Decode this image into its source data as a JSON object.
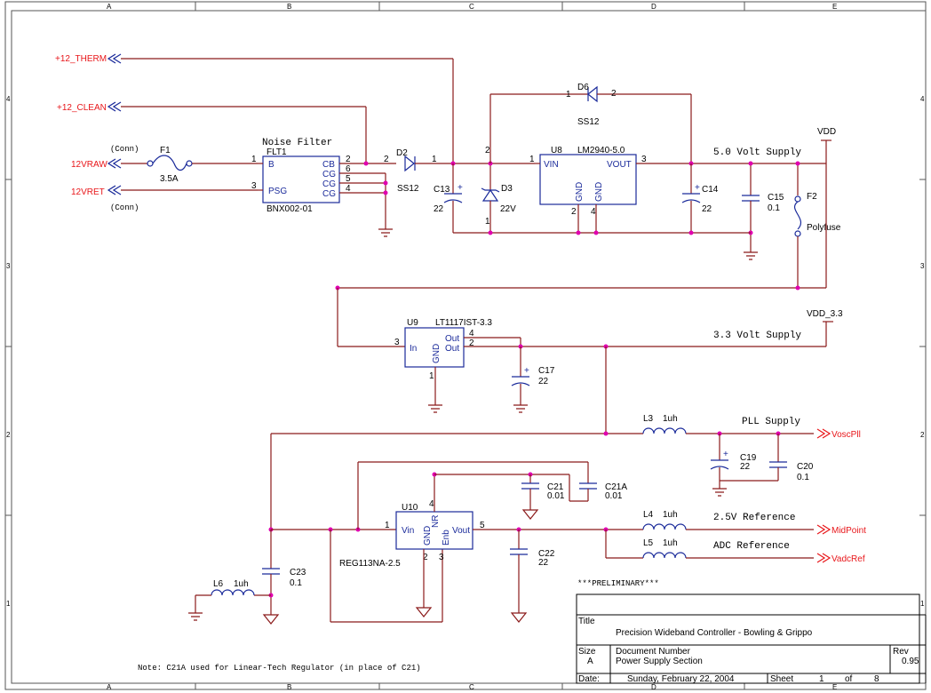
{
  "grid": {
    "columns": [
      "A",
      "B",
      "C",
      "D",
      "E"
    ],
    "rows": [
      "4",
      "3",
      "2",
      "1"
    ]
  },
  "nets": {
    "therm": "+12_THERM",
    "clean": "+12_CLEAN",
    "raw": "12VRAW",
    "ret": "12VRET",
    "conn_raw": "(Conn)",
    "conn_ret": "(Conn)",
    "vdd": "VDD",
    "vdd33": "VDD_3.3",
    "voscpll": "VoscPll",
    "midpoint": "MidPoint",
    "vadcref": "VadcRef"
  },
  "headings": {
    "noise_filter": "Noise Filter",
    "v50": "5.0 Volt Supply",
    "v33": "3.3 Volt Supply",
    "pll": "PLL Supply",
    "ref25": "2.5V Reference",
    "adc": "ADC Reference",
    "preliminary": "***PRELIMINARY***",
    "note": "Note: C21A used for Linear-Tech Regulator (in place of C21)"
  },
  "parts": {
    "f1": {
      "ref": "F1",
      "value": "3.5A"
    },
    "flt1": {
      "ref": "FLT1",
      "value": "BNX002-01",
      "pin_b": "B",
      "pin_psg": "PSG",
      "pin_cb": "CB",
      "pin_cg": "CG"
    },
    "d2": {
      "ref": "D2",
      "value": "SS12"
    },
    "d6": {
      "ref": "D6",
      "value": "SS12"
    },
    "d3": {
      "ref": "D3",
      "value": "22V"
    },
    "c13": {
      "ref": "C13",
      "value": "22"
    },
    "u8": {
      "ref": "U8",
      "value": "LM2940-5.0",
      "vin": "VIN",
      "vout": "VOUT",
      "gnd": "GND"
    },
    "c14": {
      "ref": "C14",
      "value": "22"
    },
    "c15": {
      "ref": "C15",
      "value": "0.1"
    },
    "f2": {
      "ref": "F2",
      "value": "Polyfuse"
    },
    "u9": {
      "ref": "U9",
      "value": "LT1117IST-3.3",
      "in": "In",
      "gnd": "GND",
      "out": "Out"
    },
    "c17": {
      "ref": "C17",
      "value": "22"
    },
    "l3": {
      "ref": "L3",
      "value": "1uh"
    },
    "c19": {
      "ref": "C19",
      "value": "22"
    },
    "c20": {
      "ref": "C20",
      "value": "0.1"
    },
    "c21": {
      "ref": "C21",
      "value": "0.01"
    },
    "c21a": {
      "ref": "C21A",
      "value": "0.01"
    },
    "u10": {
      "ref": "U10",
      "value": "REG113NA-2.5",
      "vin": "Vin",
      "gnd": "GND",
      "nr": "NR",
      "enb": "Enb",
      "vout": "Vout"
    },
    "l4": {
      "ref": "L4",
      "value": "1uh"
    },
    "l5": {
      "ref": "L5",
      "value": "1uh"
    },
    "c22": {
      "ref": "C22",
      "value": "22"
    },
    "l6": {
      "ref": "L6",
      "value": "1uh"
    },
    "c23": {
      "ref": "C23",
      "value": "0.1"
    }
  },
  "title_block": {
    "title_label": "Title",
    "title": "Precision Wideband Controller - Bowling & Grippo",
    "size_label": "Size",
    "size": "A",
    "docnum_label": "Document Number",
    "docnum": "Power Supply Section",
    "rev_label": "Rev",
    "rev": "0.95",
    "date_label": "Date:",
    "date": "Sunday, February 22, 2004",
    "sheet_label": "Sheet",
    "sheet": "1",
    "of_label": "of",
    "total": "8"
  },
  "colors": {
    "wire": "#8b1a1a",
    "component": "#1a2a9a",
    "net_label": "#e8161a",
    "junction": "#e000b0"
  }
}
